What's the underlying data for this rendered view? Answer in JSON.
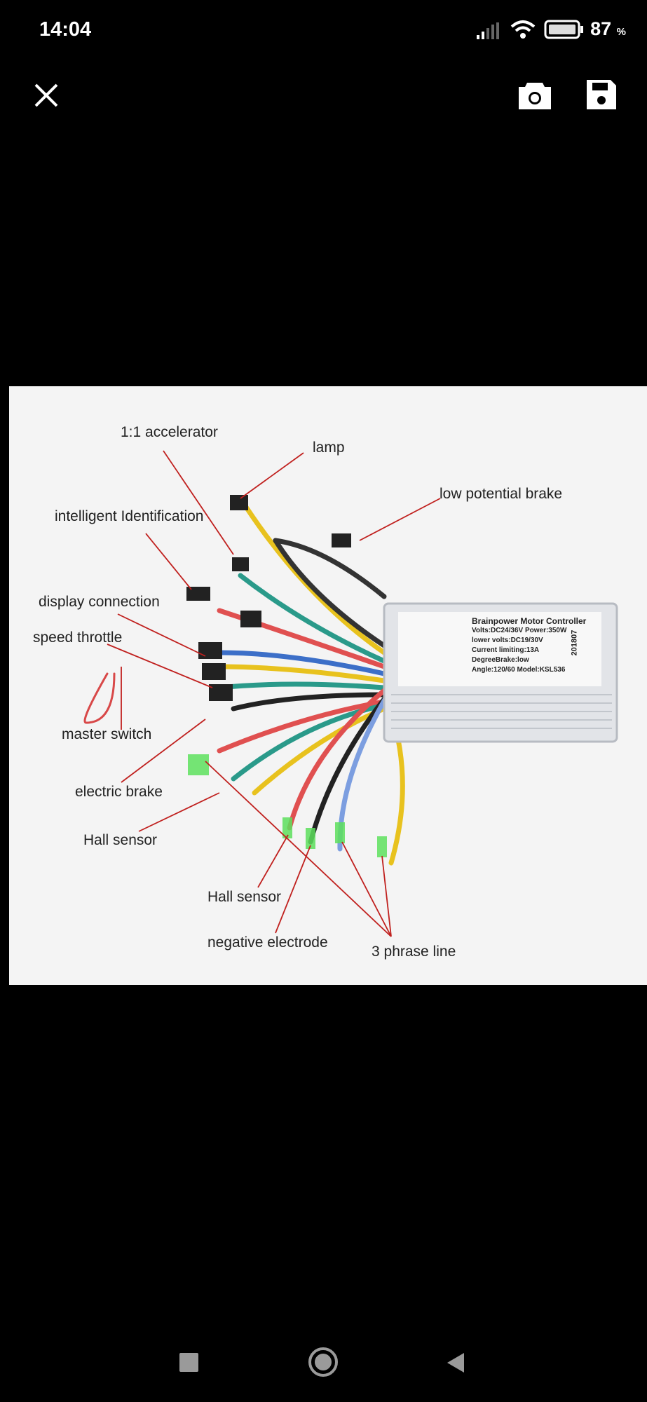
{
  "status_bar": {
    "time": "14:04",
    "battery_percent": "87",
    "percent_sign": "%"
  },
  "toolbar": {
    "close_icon": "close-icon",
    "camera_icon": "camera-icon",
    "save_icon": "save-icon"
  },
  "image": {
    "labels": {
      "accelerator": "1:1 accelerator",
      "lamp": "lamp",
      "low_potential_brake": "low potential brake",
      "intelligent_identification": "intelligent Identification",
      "display_connection": "display connection",
      "speed_throttle": "speed throttle",
      "master_switch": "master switch",
      "electric_brake": "electric brake",
      "hall_sensor_1": "Hall sensor",
      "hall_sensor_2": "Hall sensor",
      "negative_electrode": "negative electrode",
      "phase_line": "3 phrase line"
    },
    "controller_label": {
      "title": "Brainpower Motor Controller",
      "line1": "Volts:DC24/36V   Power:350W",
      "line2": "lower volts:DC19/30V",
      "line3": "Current limiting:13A",
      "line4": "DegreeBrake:low",
      "line5": "Angle:120/60   Model:KSL536",
      "serial": "201807"
    },
    "arrow_color": "#c0201e"
  },
  "nav": {
    "recents": "recents-button",
    "home": "home-button",
    "back": "back-button"
  }
}
